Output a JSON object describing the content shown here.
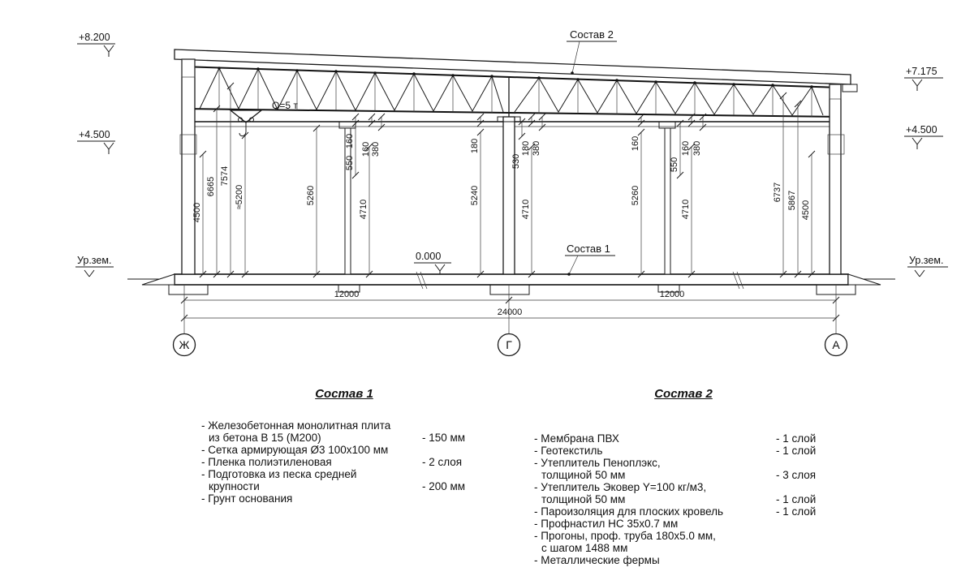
{
  "drawing": {
    "elevations": {
      "top_left": "+8.200",
      "top_right": "+7.175",
      "mid_left": "+4.500",
      "mid_right": "+4.500",
      "ground_left": "Ур.зем.",
      "ground_right": "Ур.зем.",
      "zero": "0.000"
    },
    "labels": {
      "comp2_ref": "Состав 2",
      "comp1_ref": "Состав 1",
      "crane": "Q=5 т"
    },
    "axes": {
      "left": "Ж",
      "middle": "Г",
      "right": "А"
    },
    "h_dims": {
      "bay1": "12000",
      "bay2": "12000",
      "total": "24000"
    },
    "v_dims": [
      "4500",
      "6665",
      "7574",
      "≈5200",
      "5260",
      "160",
      "550",
      "160",
      "380",
      "4710",
      "180",
      "5240",
      "530",
      "180",
      "380",
      "4710",
      "160",
      "5260",
      "550",
      "160",
      "380",
      "4710",
      "6737",
      "5867",
      "4500"
    ]
  },
  "comp1": {
    "title": "Состав 1",
    "items": [
      {
        "l1": "- Железобетонная  монолитная плита",
        "l2": "из бетона В 15 (М200)",
        "value": "- 150 мм"
      },
      {
        "l1": "- Сетка армирующая Ø3 100х100 мм"
      },
      {
        "l1": "- Пленка полиэтиленовая",
        "value": "- 2 слоя"
      },
      {
        "l1": "- Подготовка из песка средней",
        "l2": "крупности",
        "value": "- 200 мм"
      },
      {
        "l1": "- Грунт основания"
      }
    ]
  },
  "comp2": {
    "title": "Состав 2",
    "items": [
      {
        "l1": "- Мембрана ПВХ",
        "value": "- 1 слой"
      },
      {
        "l1": "- Геотекстиль",
        "value": "- 1 слой"
      },
      {
        "l1": "- Утеплитель Пеноплэкс,",
        "l2": "толщиной 50 мм",
        "value": "- 3 слоя"
      },
      {
        "l1": "- Утеплитель Эковер Y=100 кг/м3,",
        "l2": "толщиной 50 мм",
        "value": "- 1 слой"
      },
      {
        "l1": "- Пароизоляция для плоских кровель",
        "value": "- 1 слой"
      },
      {
        "l1": "- Профнастил НС 35х0.7 мм"
      },
      {
        "l1": "- Прогоны, проф. труба 180х5.0 мм,",
        "l2": "с шагом 1488 мм"
      },
      {
        "l1": "- Металлические фермы"
      }
    ]
  }
}
